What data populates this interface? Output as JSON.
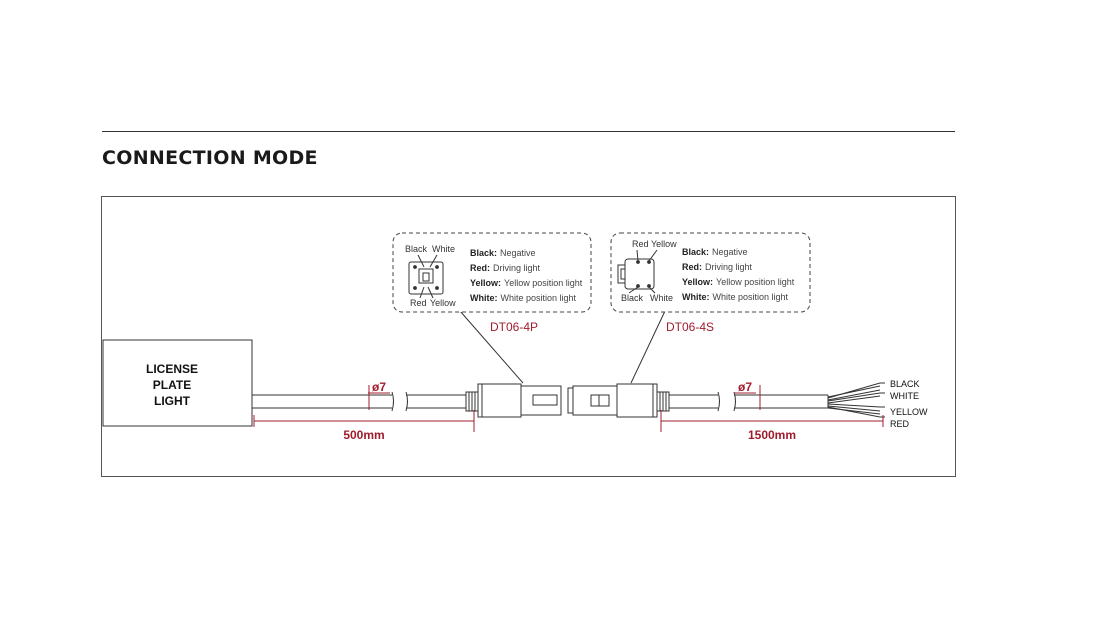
{
  "heading": "CONNECTION MODE",
  "device_box": {
    "lines": [
      "LICENSE",
      "PLATE",
      "LIGHT"
    ]
  },
  "cable_left": {
    "diameter": "ø7",
    "length": "500mm"
  },
  "cable_right": {
    "diameter": "ø7",
    "length": "1500mm"
  },
  "connector_plug": {
    "part_number": "DT06-4P",
    "pin_labels": {
      "top_left": "Black",
      "top_right": "White",
      "bottom_left": "Red",
      "bottom_right": "Yellow"
    },
    "legend": [
      {
        "key": "Black:",
        "value": "Negative"
      },
      {
        "key": "Red:",
        "value": "Driving light"
      },
      {
        "key": "Yellow:",
        "value": "Yellow position light"
      },
      {
        "key": "White:",
        "value": "White position light"
      }
    ]
  },
  "connector_socket": {
    "part_number": "DT06-4S",
    "pin_labels": {
      "top_left": "Red",
      "top_right": "Yellow",
      "bottom_left": "Black",
      "bottom_right": "White"
    },
    "legend": [
      {
        "key": "Black:",
        "value": "Negative"
      },
      {
        "key": "Red:",
        "value": "Driving light"
      },
      {
        "key": "Yellow:",
        "value": "Yellow position light"
      },
      {
        "key": "White:",
        "value": "White position light"
      }
    ]
  },
  "wire_ends": [
    "BLACK",
    "WHITE",
    "YELLOW",
    "RED"
  ],
  "colors": {
    "accent": "#a01c2c",
    "line": "#333333"
  }
}
